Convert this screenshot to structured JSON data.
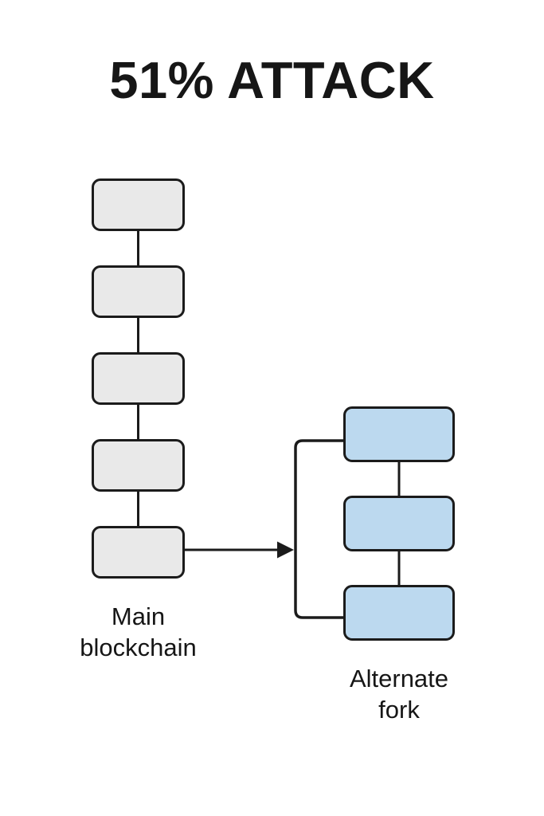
{
  "title": "51% ATTACK",
  "labels": {
    "main_chain_line1": "Main",
    "main_chain_line2": "blockchain",
    "fork_line1": "Alternate",
    "fork_line2": "fork"
  },
  "diagram": {
    "main_chain_block_count": 5,
    "fork_block_count": 3
  },
  "colors": {
    "background": "#ffffff",
    "outline": "#1b1b1b",
    "main_block_fill": "#e9e9e9",
    "fork_block_fill": "#bcd9ef",
    "text": "#161616"
  }
}
